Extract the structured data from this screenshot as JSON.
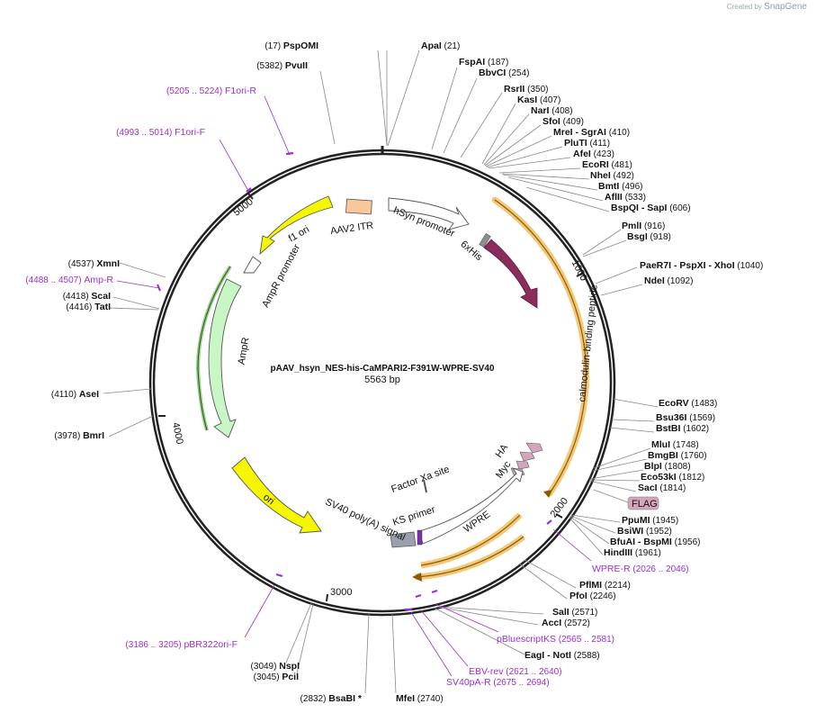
{
  "credit": {
    "prefix": "Created by",
    "brand": "SnapGene"
  },
  "plasmid": {
    "name": "pAAV_hsyn_NES-his-CaMPARI2-F391W-WPRE-SV40",
    "length": "5563 bp",
    "bp": 5563
  },
  "ticks": [
    "1000",
    "2000",
    "3000",
    "4000",
    "5000"
  ],
  "enzymes": [
    {
      "name": "PspOMI",
      "pos": "(17)",
      "side": "left"
    },
    {
      "name": "ApaI",
      "pos": "(21)",
      "side": "right"
    },
    {
      "name": "FspAI",
      "pos": "(187)",
      "side": "right"
    },
    {
      "name": "BbvCI",
      "pos": "(254)",
      "side": "right"
    },
    {
      "name": "RsrII",
      "pos": "(350)",
      "side": "right"
    },
    {
      "name": "KasI",
      "pos": "(407)",
      "side": "right"
    },
    {
      "name": "NarI",
      "pos": "(408)",
      "side": "right"
    },
    {
      "name": "SfoI",
      "pos": "(409)",
      "side": "right"
    },
    {
      "name": "MreI - SgrAI",
      "pos": "(410)",
      "side": "right"
    },
    {
      "name": "PluTI",
      "pos": "(411)",
      "side": "right"
    },
    {
      "name": "AfeI",
      "pos": "(423)",
      "side": "right"
    },
    {
      "name": "EcoRI",
      "pos": "(481)",
      "side": "right"
    },
    {
      "name": "NheI",
      "pos": "(492)",
      "side": "right"
    },
    {
      "name": "BmtI",
      "pos": "(496)",
      "side": "right"
    },
    {
      "name": "AflII",
      "pos": "(533)",
      "side": "right"
    },
    {
      "name": "BspQI - SapI",
      "pos": "(606)",
      "side": "right"
    },
    {
      "name": "PmlI",
      "pos": "(916)",
      "side": "right"
    },
    {
      "name": "BsgI",
      "pos": "(918)",
      "side": "right"
    },
    {
      "name": "PaeR7I - PspXI - XhoI",
      "pos": "(1040)",
      "side": "right"
    },
    {
      "name": "NdeI",
      "pos": "(1092)",
      "side": "right"
    },
    {
      "name": "EcoRV",
      "pos": "(1483)",
      "side": "right"
    },
    {
      "name": "Bsu36I",
      "pos": "(1569)",
      "side": "right"
    },
    {
      "name": "BstBI",
      "pos": "(1602)",
      "side": "right"
    },
    {
      "name": "MluI",
      "pos": "(1748)",
      "side": "right"
    },
    {
      "name": "BmgBI",
      "pos": "(1760)",
      "side": "right"
    },
    {
      "name": "BlpI",
      "pos": "(1808)",
      "side": "right"
    },
    {
      "name": "Eco53kI",
      "pos": "(1812)",
      "side": "right"
    },
    {
      "name": "SacI",
      "pos": "(1814)",
      "side": "right"
    },
    {
      "name": "PpuMI",
      "pos": "(1945)",
      "side": "right"
    },
    {
      "name": "BsiWI",
      "pos": "(1952)",
      "side": "right"
    },
    {
      "name": "BfuAI - BspMI",
      "pos": "(1956)",
      "side": "right"
    },
    {
      "name": "HindIII",
      "pos": "(1961)",
      "side": "right"
    },
    {
      "name": "PflMI",
      "pos": "(2214)",
      "side": "right"
    },
    {
      "name": "PfoI",
      "pos": "(2246)",
      "side": "right"
    },
    {
      "name": "SalI",
      "pos": "(2571)",
      "side": "right"
    },
    {
      "name": "AccI",
      "pos": "(2572)",
      "side": "right"
    },
    {
      "name": "EagI - NotI",
      "pos": "(2588)",
      "side": "right"
    },
    {
      "name": "MfeI",
      "pos": "(2740)",
      "side": "right"
    },
    {
      "name": "BsaBI *",
      "pos": "(2832)",
      "side": "left"
    },
    {
      "name": "NspI",
      "pos": "(3049)",
      "side": "left"
    },
    {
      "name": "PciI",
      "pos": "(3045)",
      "side": "left"
    },
    {
      "name": "BmrI",
      "pos": "(3978)",
      "side": "left"
    },
    {
      "name": "AseI",
      "pos": "(4110)",
      "side": "left"
    },
    {
      "name": "ScaI",
      "pos": "(4418)",
      "side": "left"
    },
    {
      "name": "TatI",
      "pos": "(4416)",
      "side": "left"
    },
    {
      "name": "XmnI",
      "pos": "(4537)",
      "side": "left"
    },
    {
      "name": "PvuII",
      "pos": "(5382)",
      "side": "left"
    }
  ],
  "primers": [
    {
      "name": "F1ori-R",
      "range": "(5205 .. 5224)",
      "side": "left"
    },
    {
      "name": "F1ori-F",
      "range": "(4993 .. 5014)",
      "side": "left"
    },
    {
      "name": "Amp-R",
      "range": "(4488 .. 4507)",
      "side": "left"
    },
    {
      "name": "pBR322ori-F",
      "range": "(3186 .. 3205)",
      "side": "left"
    },
    {
      "name": "WPRE-R",
      "range": "(2026 .. 2046)",
      "side": "right"
    },
    {
      "name": "pBluescriptKS",
      "range": "(2565 .. 2581)",
      "side": "right"
    },
    {
      "name": "EBV-rev",
      "range": "(2621 .. 2640)",
      "side": "right"
    },
    {
      "name": "SV40pA-R",
      "range": "(2675 .. 2694)",
      "side": "right"
    }
  ],
  "features": {
    "aav2_itr": "AAV2 ITR",
    "hsyn": "hSyn promoter",
    "his": "6xHis",
    "calmodulin": "calmodulin",
    "cbp": "calmodulin-binding peptide",
    "flag": "FLAG",
    "ha": "HA",
    "myc": "Myc",
    "factor_xa": "Factor Xa site",
    "ks_primer": "KS primer",
    "wpre": "WPRE",
    "sv40": "SV40 poly(A) signal",
    "ori": "ori",
    "ampr": "AmpR",
    "ampr_promoter": "AmpR promoter",
    "f1ori": "f1 ori"
  },
  "colors": {
    "backbone": "#222222",
    "ori": "#f6f600",
    "ampr": "#c8f7c5",
    "calmodulin": "#8b2c5c",
    "orf_highlight": "#f2c877",
    "primer": "#9b30d0",
    "itr": "#f8c89a",
    "tag": "#d4a6bd",
    "polyA": "#9aa0ac"
  }
}
